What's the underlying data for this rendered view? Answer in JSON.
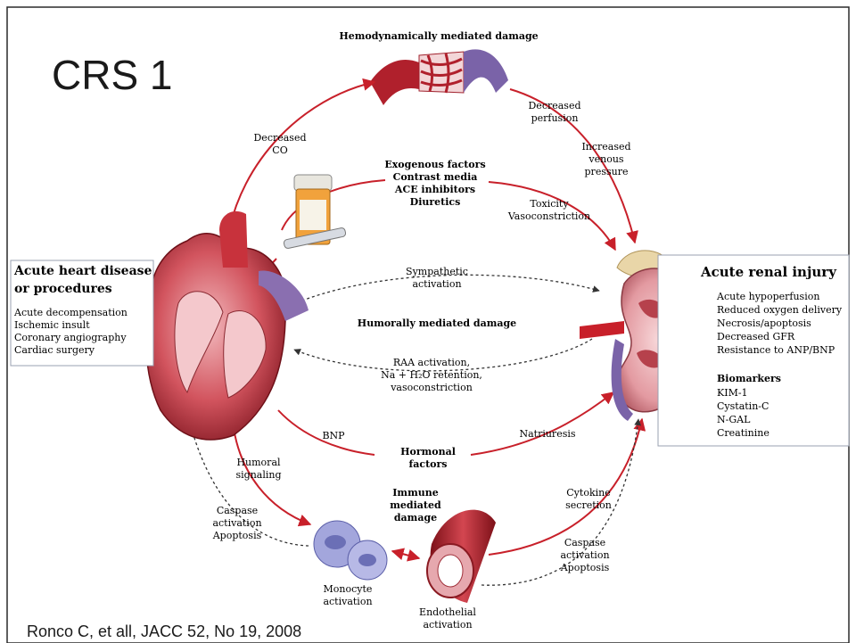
{
  "slide": {
    "title": "CRS 1",
    "citation": "Ronco C, et all, JACC 52, No 19, 2008"
  },
  "top": {
    "heading": "Hemodynamically mediated damage",
    "decreased_perfusion": [
      "Decreased",
      "perfusion"
    ],
    "increased_venous_pressure": [
      "Increased",
      "venous",
      "pressure"
    ],
    "decreased_co": [
      "Decreased",
      "CO"
    ]
  },
  "exogenous": {
    "lines": [
      "Exogenous factors",
      "Contrast media",
      "ACE inhibitors",
      "Diuretics"
    ],
    "toxicity": [
      "Toxicity",
      "Vasoconstriction"
    ]
  },
  "heart_box": {
    "title": [
      "Acute heart disease",
      "or procedures"
    ],
    "items": [
      "Acute decompensation",
      "Ischemic insult",
      "Coronary angiography",
      "Cardiac surgery"
    ]
  },
  "kidney_box": {
    "title": "Acute renal injury",
    "items": [
      "Acute hypoperfusion",
      "Reduced oxygen delivery",
      "Necrosis/apoptosis",
      "Decreased GFR",
      "Resistance to ANP/BNP"
    ],
    "biomarkers_heading": "Biomarkers",
    "biomarkers": [
      "KIM-1",
      "Cystatin-C",
      "N-GAL",
      "Creatinine"
    ]
  },
  "middle": {
    "sympathetic": [
      "Sympathetic",
      "activation"
    ],
    "humoral_heading": "Humorally mediated damage",
    "raa": [
      "RAA activation,",
      "Na + H₂O retention,",
      "vasoconstriction"
    ]
  },
  "lower": {
    "bnp": "BNP",
    "natriuresis": "Natriuresis",
    "hormonal": [
      "Hormonal",
      "factors"
    ],
    "humoral_signaling": [
      "Humoral",
      "signaling"
    ],
    "caspase_left": [
      "Caspase",
      "activation",
      "Apoptosis"
    ],
    "immune": [
      "Immune",
      "mediated",
      "damage"
    ],
    "cytokine": [
      "Cytokine",
      "secretion"
    ],
    "caspase_right": [
      "Caspase",
      "activation",
      "Apoptosis"
    ],
    "monocyte": [
      "Monocyte",
      "activation"
    ],
    "endothelial": [
      "Endothelial",
      "activation"
    ]
  },
  "colors": {
    "arrow_red": "#c8202a",
    "heart_red": "#c0323c",
    "kidney_pink": "#e5a0a6",
    "vein_purple": "#7a63a8",
    "monocyte_blue": "#8f8fd0",
    "box_border": "#9aa0b0"
  }
}
